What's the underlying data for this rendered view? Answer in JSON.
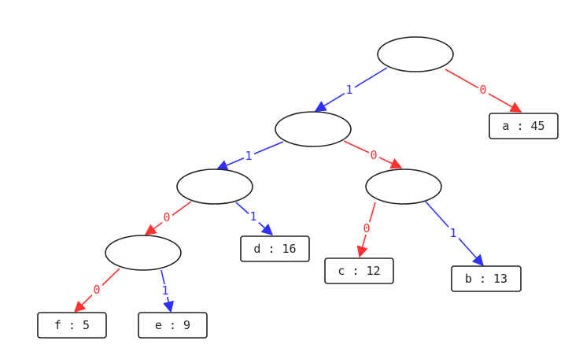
{
  "colors": {
    "edge_one": "#2f2fff",
    "edge_zero": "#ff3030",
    "node_stroke": "#222222"
  },
  "leaves": {
    "a": "a : 45",
    "b": "b : 13",
    "c": "c : 12",
    "d": "d : 16",
    "e": "e : 9",
    "f": "f : 5"
  },
  "edge_labels": {
    "root_left": "1",
    "root_right": "0",
    "n1_left": "1",
    "n1_right": "0",
    "n2_left": "0",
    "n2_right": "1",
    "n3_left": "0",
    "n3_right": "1",
    "n4_left": "0",
    "n4_right": "1"
  }
}
